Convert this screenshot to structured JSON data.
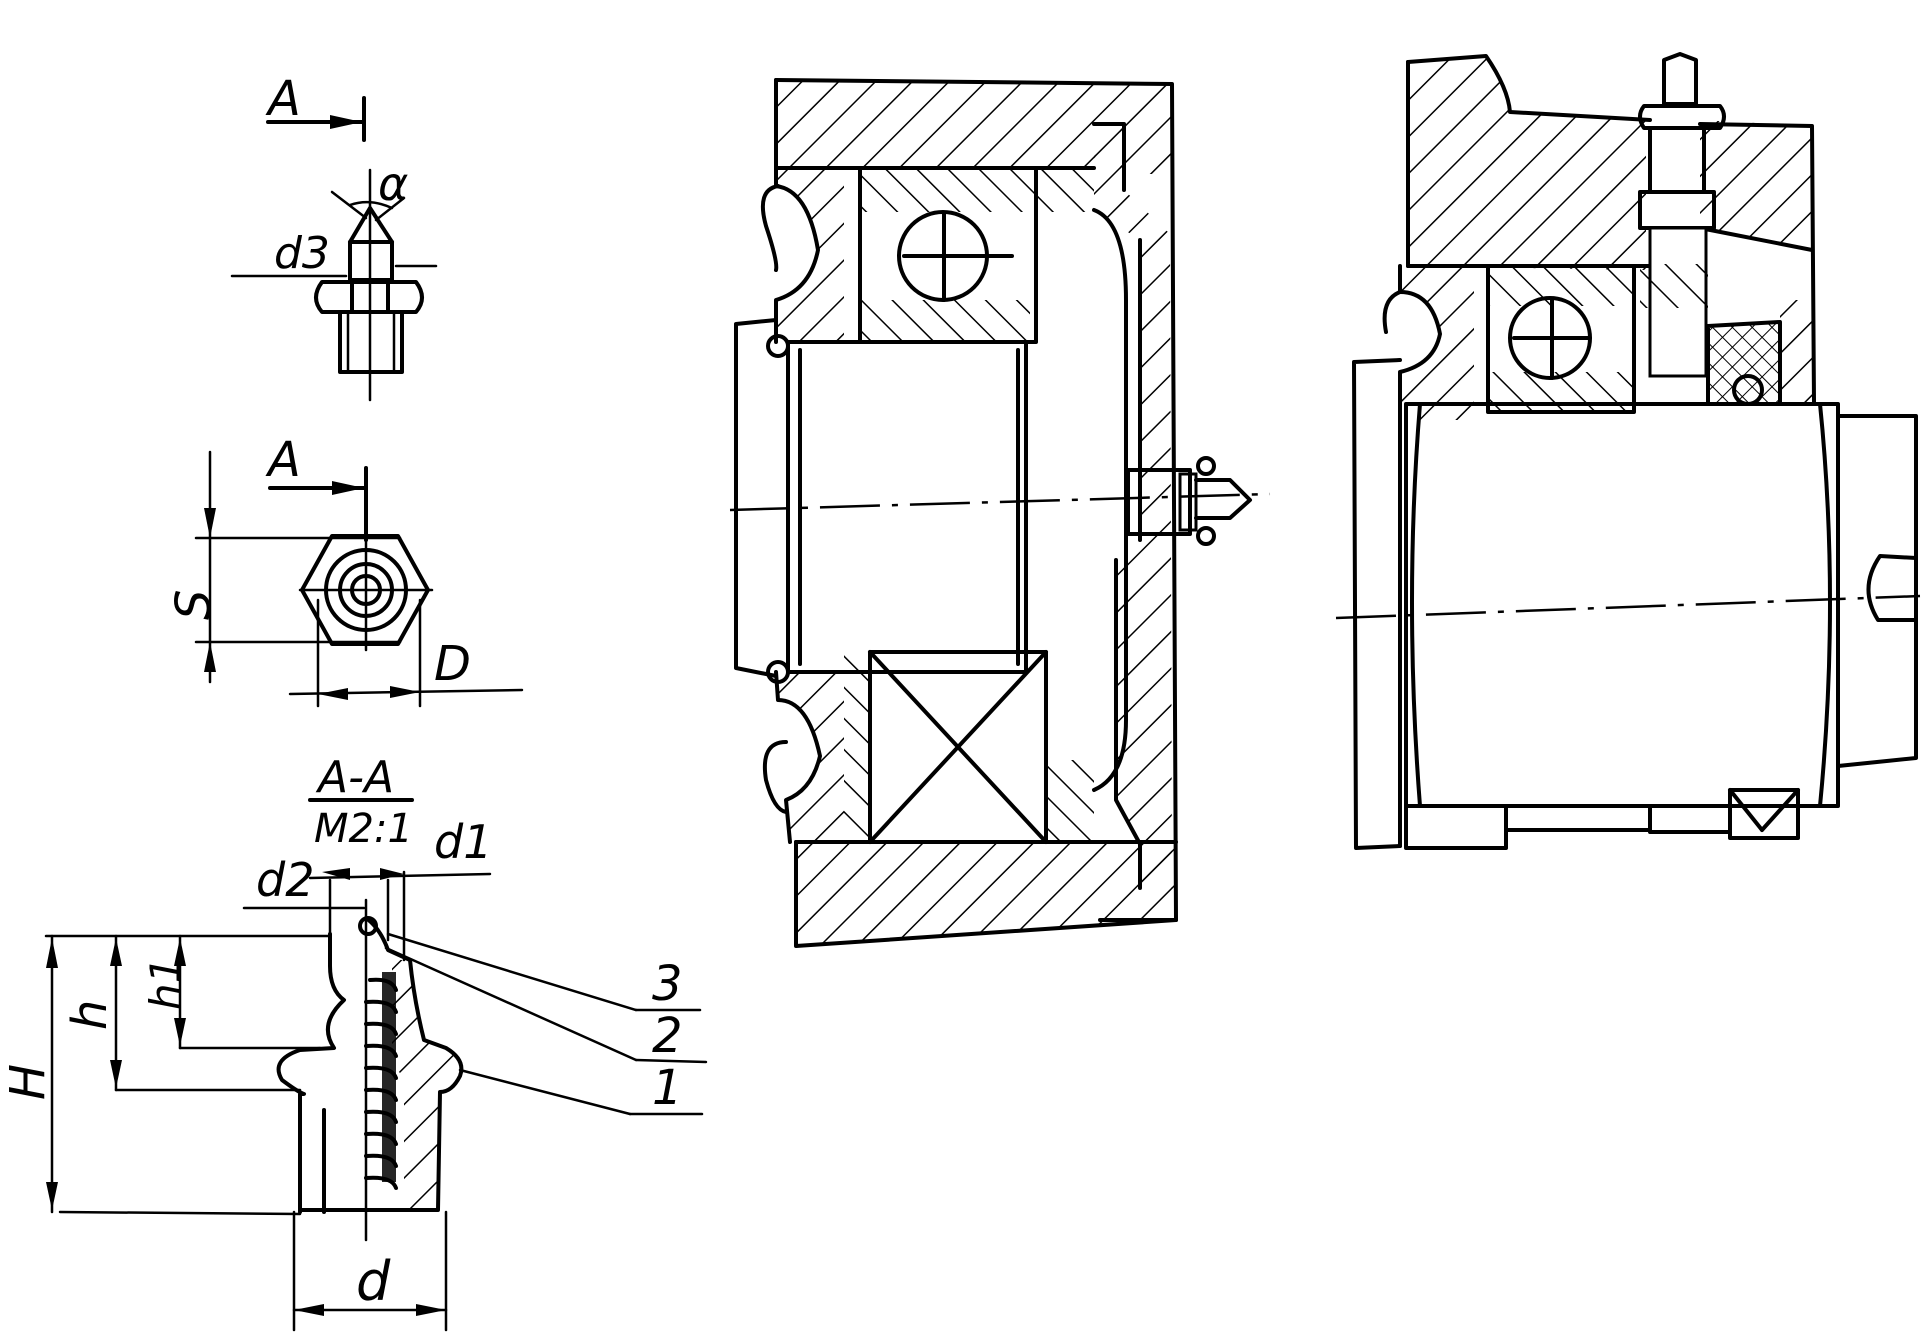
{
  "labels": {
    "view_a_top": "A",
    "angle": "α",
    "d3": "d3",
    "view_a_mid": "A",
    "s": "S",
    "D": "D",
    "section_title": "A-A",
    "scale": "M2:1",
    "d1": "d1",
    "d2": "d2",
    "h1": "h1",
    "h": "h",
    "H": "H",
    "d": "d",
    "callout_3": "3",
    "callout_2": "2",
    "callout_1": "1"
  },
  "colors": {
    "ink": "#000000",
    "paper": "#ffffff"
  }
}
